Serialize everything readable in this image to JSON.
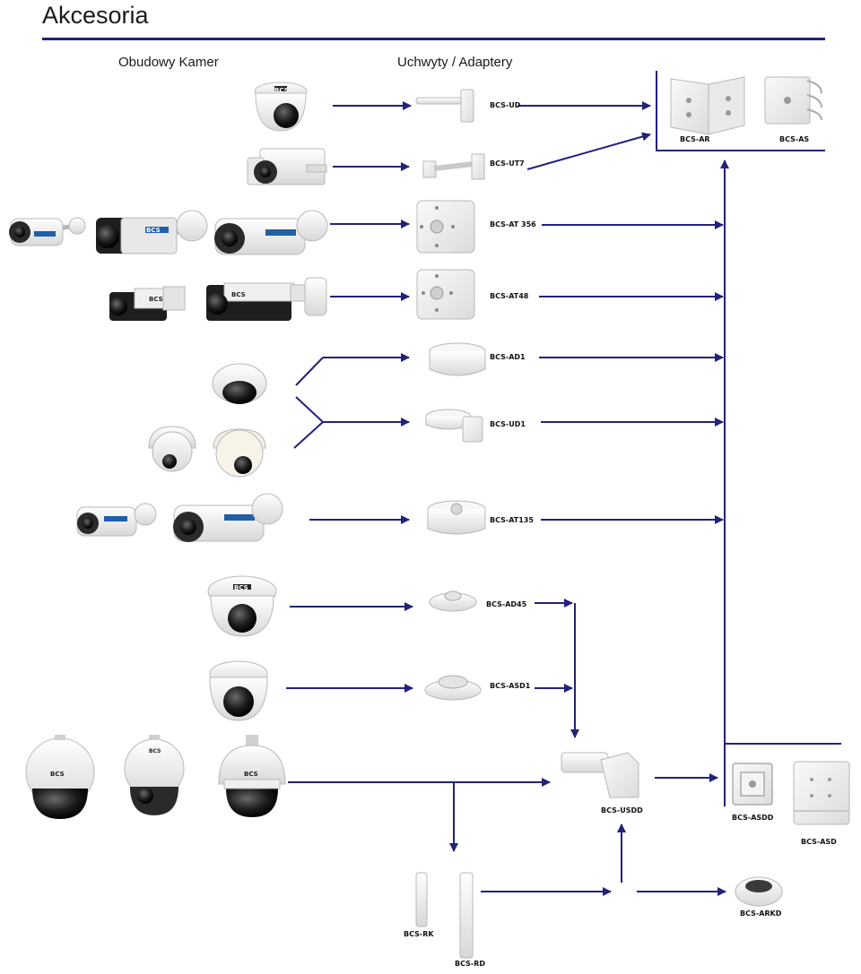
{
  "title": "Akcesoria",
  "columns": {
    "cameras": "Obudowy Kamer",
    "mounts": "Uchwyty / Adaptery"
  },
  "accessories": {
    "ud": "BCS-UD",
    "ut7": "BCS-UT7",
    "at356": "BCS-AT 356",
    "at48": "BCS-AT48",
    "ad1": "BCS-AD1",
    "ud1": "BCS-UD1",
    "at135": "BCS-AT135",
    "ad45": "BCS-AD45",
    "asd1": "BCS-ASD1",
    "ar": "BCS-AR",
    "as": "BCS-AS",
    "usdd": "BCS-USDD",
    "asdd": "BCS-ASDD",
    "asd": "BCS-ASD",
    "rk": "BCS-RK",
    "rd": "BCS-RD",
    "arkd": "BCS-ARKD"
  },
  "camera_brand": "BCS",
  "colors": {
    "arrow": "#24217c",
    "rule": "#23217a",
    "housing": "#f2f2f2",
    "black": "#1a1a1a",
    "accent": "#3b8fd8"
  }
}
